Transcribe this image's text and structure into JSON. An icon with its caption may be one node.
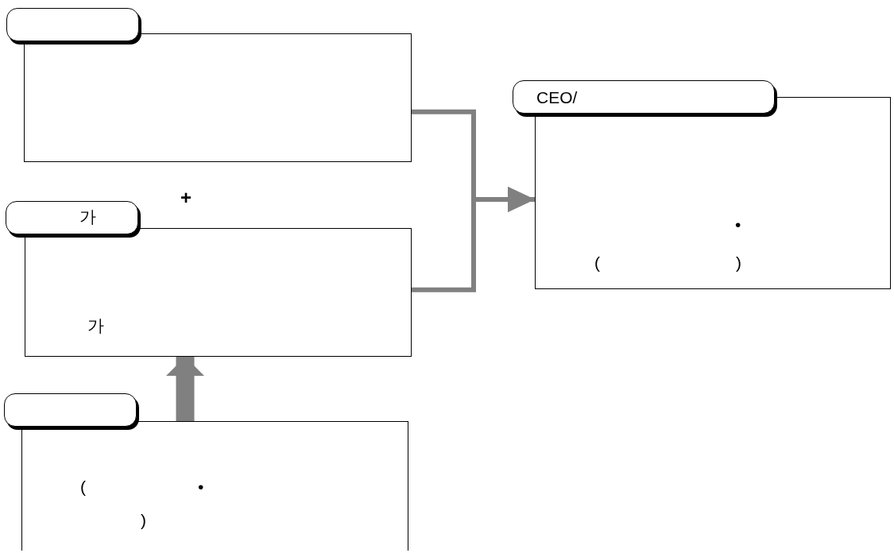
{
  "diagram": {
    "nodes": [
      {
        "text": [],
        "shape": "box"
      },
      {
        "text": [
          "가",
          "가"
        ]
      },
      {
        "text": [
          "(",
          "•",
          ")"
        ]
      },
      {
        "text": [
          "CEO/",
          "•",
          "(",
          ")"
        ]
      }
    ],
    "edges": [
      {
        "from": 0,
        "to": 3,
        "arrow": "to"
      },
      {
        "from": 1,
        "to": 3,
        "arrow": "to"
      },
      {
        "from": 2,
        "to": 1,
        "arrow": "to",
        "style": "thick"
      }
    ],
    "labels": [
      "+"
    ]
  }
}
